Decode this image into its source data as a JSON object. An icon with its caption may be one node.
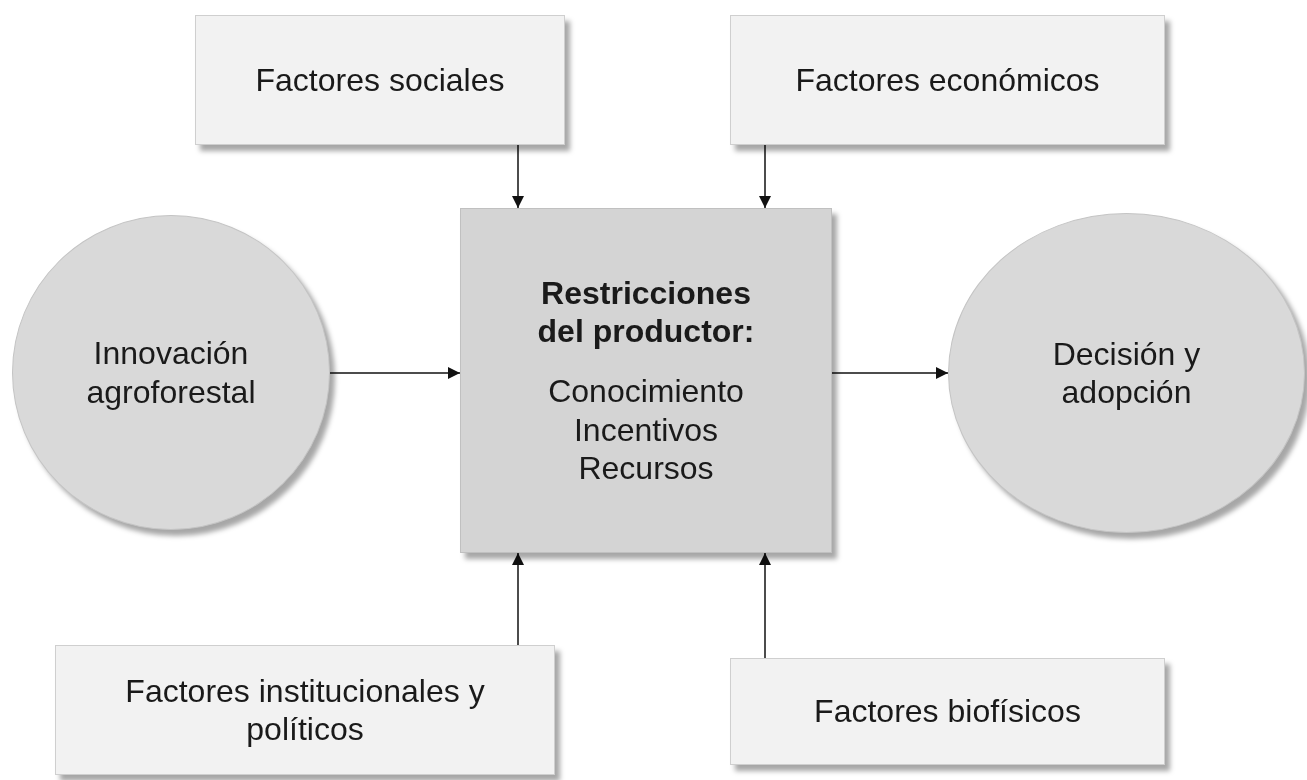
{
  "diagram": {
    "nodes": [
      {
        "text": [
          "Factores sociales"
        ]
      },
      {
        "text": [
          "Factores económicos"
        ]
      },
      {
        "text": [
          "Innovación agroforestal"
        ]
      },
      {
        "text": [
          "Restricciones del productor:",
          "Conocimiento Incentivos Recursos"
        ]
      },
      {
        "text": [
          "Decisión y adopción"
        ]
      },
      {
        "text": [
          "Factores institucionales y políticos"
        ]
      },
      {
        "text": [
          "Factores biofísicos"
        ]
      }
    ],
    "edges": [
      {
        "from": 0,
        "to": 3,
        "arrow": "to"
      },
      {
        "from": 1,
        "to": 3,
        "arrow": "to"
      },
      {
        "from": 2,
        "to": 3,
        "arrow": "to"
      },
      {
        "from": 3,
        "to": 4,
        "arrow": "to"
      },
      {
        "from": 5,
        "to": 3,
        "arrow": "to"
      },
      {
        "from": 6,
        "to": 3,
        "arrow": "to"
      }
    ]
  }
}
